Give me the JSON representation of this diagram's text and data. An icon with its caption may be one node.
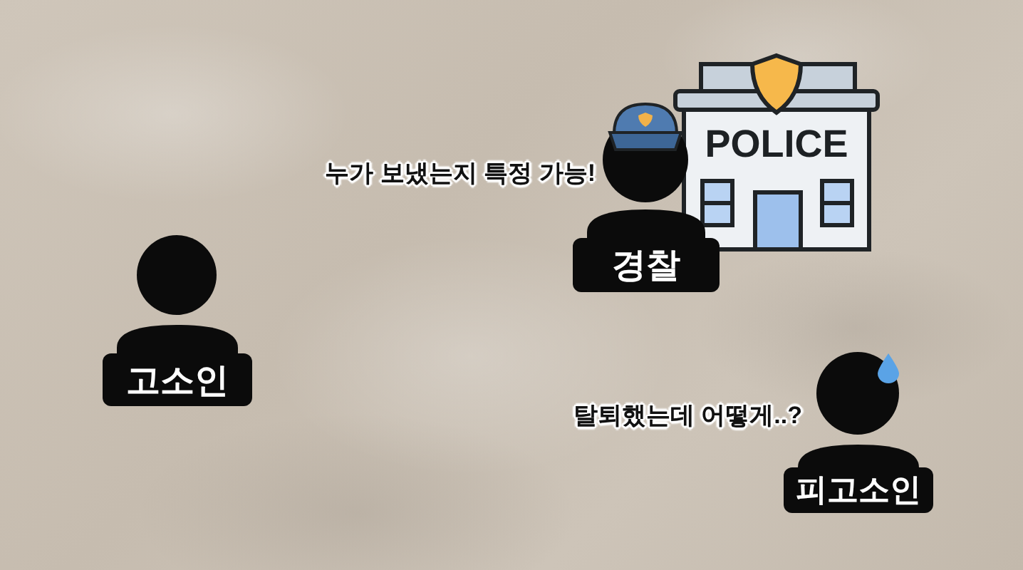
{
  "diagram": {
    "nodes": [
      {
        "text": [
          "POLICE"
        ]
      },
      {
        "text": [
          "경찰"
        ],
        "beside": [
          "누가 보냈는지 특정 가능!"
        ]
      },
      {
        "text": [
          "고소인"
        ]
      },
      {
        "text": [
          "피고소인"
        ],
        "beside": [
          "탈퇴했는데 어떻게..?"
        ]
      }
    ]
  }
}
